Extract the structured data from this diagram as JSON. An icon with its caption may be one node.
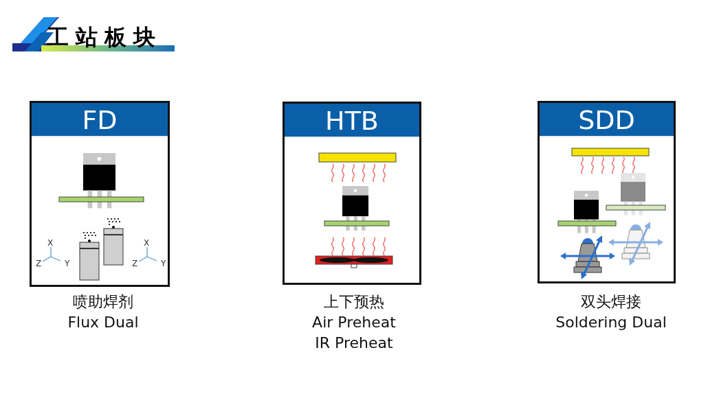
{
  "diagram": {
    "title": "工站板块",
    "nodes": [
      {
        "text": [
          "FD"
        ],
        "beside": [
          "喷助焊剂",
          "Flux Dual"
        ]
      },
      {
        "text": [
          "HTB"
        ],
        "beside": [
          "上下预热",
          "Air Preheat",
          "IR Preheat"
        ]
      },
      {
        "text": [
          "SDD"
        ],
        "beside": [
          "双头焊接",
          "Soldering Dual"
        ]
      }
    ],
    "labels": [
      "X",
      "Z",
      "Y",
      "X",
      "Z",
      "Y"
    ]
  }
}
